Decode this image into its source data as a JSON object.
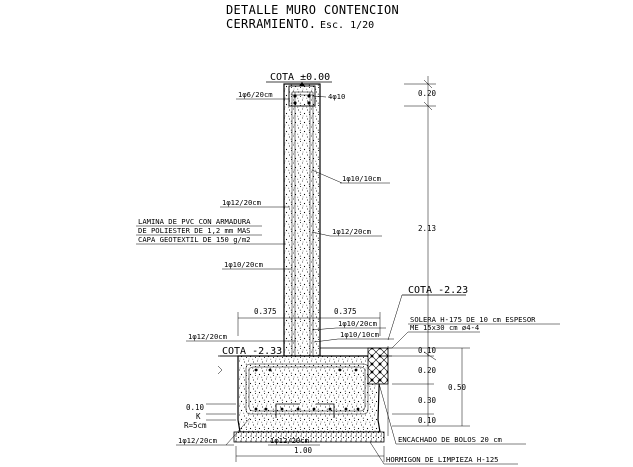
{
  "title": {
    "line1": "DETALLE MURO CONTENCION",
    "line2_main": "CERRAMIENTO.",
    "line2_scale": "Esc. 1/20"
  },
  "cotas": {
    "top": "COTA ±0.00",
    "right": "COTA -2.23",
    "left": "COTA -2.33"
  },
  "labels": {
    "stirrup_top": "1φ6/20cm",
    "bar_top": "4φ10",
    "bar_10_10_upper": "1φ10/10cm",
    "bar_12_20_left": "1φ12/20cm",
    "pvc_1": "LAMINA DE PVC CON ARMADURA",
    "pvc_2": "DE POLIESTER DE 1,2 mm MAS",
    "pvc_3": "CAPA GEOTEXTIL DE 150 g/m2",
    "bar_12_20_right": "1φ12/20cm",
    "bar_10_20_left": "1φ10/20cm",
    "bar_10_20_right": "1φ10/20cm",
    "bar_10_10_right": "1φ10/10cm",
    "bar_12_20_footing_left": "1φ12/20cm",
    "bar_12_20_bottom_left": "1φ12/20cm",
    "bar_12_20_bottom": "1φ12/20cm",
    "solera_1": "SOLERA H-175 DE 10 cm ESPESOR",
    "solera_2": "ME 15x30 cm ø4-4",
    "encachado": "ENCACHADO DE BOLOS 20 cm",
    "hormigon": "HORMIGON DE LIMPIEZA H-125"
  },
  "dimensions": {
    "top_height": "0.20",
    "wall_height": "2.13",
    "left_offset": "0.375",
    "right_offset": "0.375",
    "base_width": "1.00",
    "r1": "0.10",
    "r2": "0.20",
    "r3": "0.30",
    "r4": "0.10",
    "r_total": "0.50",
    "left_010": "0.10",
    "left_k": "K",
    "left_r": "R=5cm"
  }
}
